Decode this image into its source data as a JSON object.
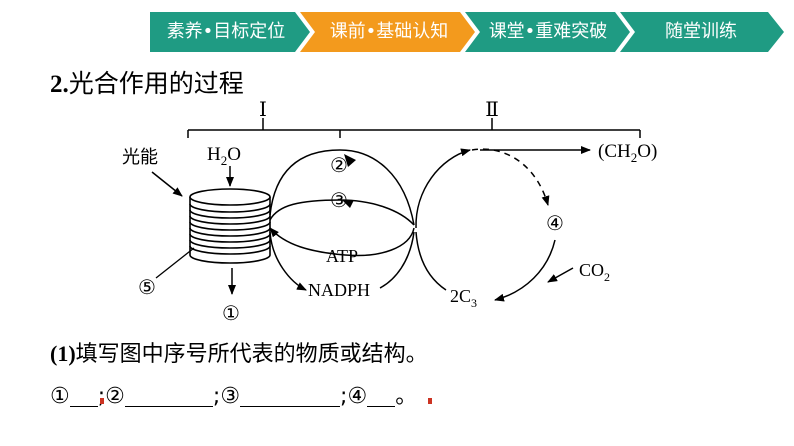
{
  "nav": {
    "tabs": [
      {
        "label": "素养•目标定位",
        "active": false
      },
      {
        "label": "课前•基础认知",
        "active": true
      },
      {
        "label": "课堂•重难突破",
        "active": false
      },
      {
        "label": "随堂训练",
        "active": false
      }
    ],
    "colors": {
      "normal": "#1f9b83",
      "active": "#f39a1d"
    }
  },
  "heading": {
    "number": "2.",
    "text": "光合作用的过程"
  },
  "diagram": {
    "stage1": "Ⅰ",
    "stage2": "Ⅱ",
    "light": "光能",
    "water_H": "H",
    "water_sub": "2",
    "water_O": "O",
    "atp": "ATP",
    "nadph": "NADPH",
    "sugar": "(CH",
    "sugar_sub": "2",
    "sugar_end": "O)",
    "co2": "CO",
    "co2_sub": "2",
    "c3": "2C",
    "c3_sub": "3",
    "m1": "①",
    "m2": "②",
    "m3": "③",
    "m4": "④",
    "m5": "⑤"
  },
  "question": {
    "number": "(1)",
    "text": "填写图中序号所代表的物质或结构。"
  },
  "blanks": {
    "b1": "①",
    "b2": "②",
    "b3": "③",
    "b4": "④",
    "sep": ";",
    "end": "。"
  }
}
